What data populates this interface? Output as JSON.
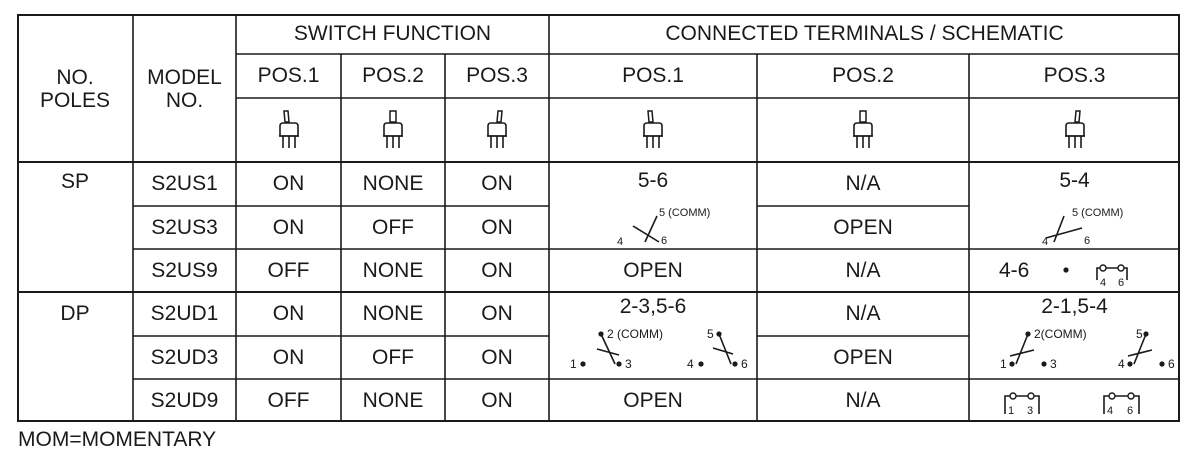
{
  "headers": {
    "no_poles": "NO.\nPOLES",
    "model_no": "MODEL\nNO.",
    "switch_function": "SWITCH FUNCTION",
    "connected": "CONNECTED TERMINALS / SCHEMATIC",
    "pos": [
      "POS.1",
      "POS.2",
      "POS.3"
    ]
  },
  "icons": [
    "toggle-lever-left-icon",
    "toggle-lever-center-icon",
    "toggle-lever-right-icon"
  ],
  "rows": [
    {
      "poles": "SP",
      "model": "S2US1",
      "f": [
        "ON",
        "NONE",
        "ON"
      ],
      "c2": "N/A"
    },
    {
      "model": "S2US3",
      "f": [
        "ON",
        "OFF",
        "ON"
      ],
      "c2": "OPEN"
    },
    {
      "model": "S2US9",
      "f": [
        "OFF",
        "NONE",
        "ON"
      ],
      "c1": "OPEN",
      "c2": "N/A",
      "c3": "4-6"
    },
    {
      "poles": "DP",
      "model": "S2UD1",
      "f": [
        "ON",
        "NONE",
        "ON"
      ],
      "c2": "N/A"
    },
    {
      "model": "S2UD3",
      "f": [
        "ON",
        "OFF",
        "ON"
      ],
      "c2": "OPEN"
    },
    {
      "model": "S2UD9",
      "f": [
        "OFF",
        "NONE",
        "ON"
      ],
      "c1": "OPEN",
      "c2": "N/A"
    }
  ],
  "schematics": {
    "sp_pos1": {
      "label": "5-6",
      "t_comm": "5 (COMM)",
      "t_a": "4",
      "t_b": "6"
    },
    "sp_pos3": {
      "label": "5-4",
      "t_comm": "5 (COMM)",
      "t_a": "4",
      "t_b": "6"
    },
    "sp9_pos3": {
      "t_a": "4",
      "t_b": "6"
    },
    "dp_pos1": {
      "label": "2-3,5-6",
      "t_comm": "2 (COMM)",
      "t1": "1",
      "t3": "3",
      "t4": "4",
      "t5": "5",
      "t6": "6"
    },
    "dp_pos3": {
      "label": "2-1,5-4",
      "t_comm": "2(COMM)",
      "t1": "1",
      "t3": "3",
      "t4": "4",
      "t5": "5",
      "t6": "6"
    },
    "dp9_pos3": {
      "t1": "1",
      "t3": "3",
      "t4": "4",
      "t6": "6"
    }
  },
  "footnote": "MOM=MOMENTARY"
}
